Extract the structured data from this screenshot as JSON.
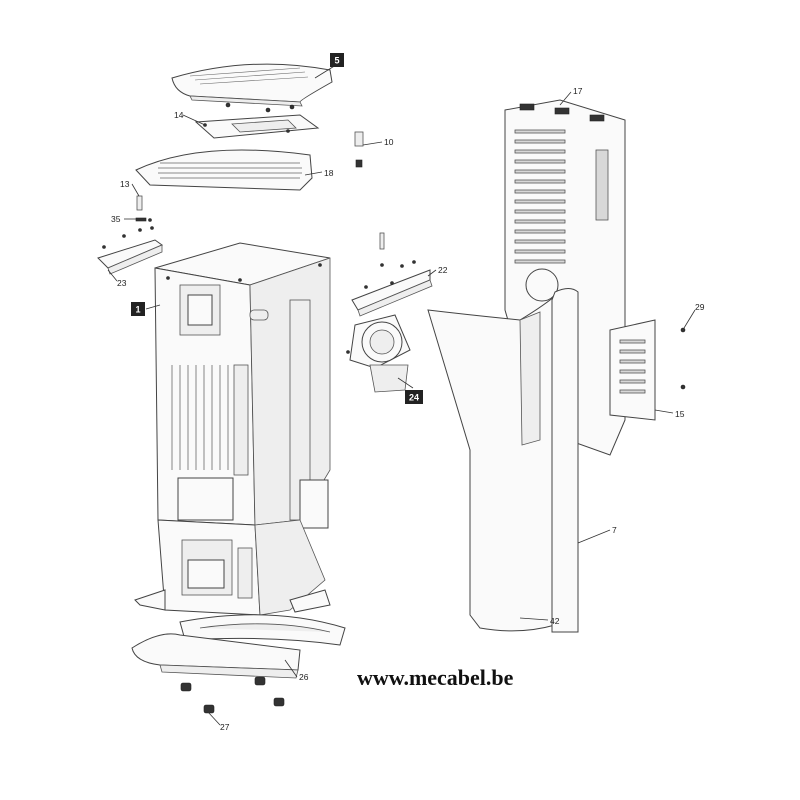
{
  "diagram": {
    "callouts": [
      {
        "id": "c5",
        "label": "5",
        "boxed": true
      },
      {
        "id": "c1",
        "label": "1",
        "boxed": true
      },
      {
        "id": "c24",
        "label": "24",
        "boxed": true
      },
      {
        "id": "c14",
        "label": "14",
        "boxed": false
      },
      {
        "id": "c18",
        "label": "18",
        "boxed": false
      },
      {
        "id": "c13",
        "label": "13",
        "boxed": false
      },
      {
        "id": "c35",
        "label": "35",
        "boxed": false
      },
      {
        "id": "c23",
        "label": "23",
        "boxed": false
      },
      {
        "id": "c10",
        "label": "10",
        "boxed": false
      },
      {
        "id": "c22",
        "label": "22",
        "boxed": false
      },
      {
        "id": "c17",
        "label": "17",
        "boxed": false
      },
      {
        "id": "c29",
        "label": "29",
        "boxed": false
      },
      {
        "id": "c15",
        "label": "15",
        "boxed": false
      },
      {
        "id": "c7",
        "label": "7",
        "boxed": false
      },
      {
        "id": "c42",
        "label": "42",
        "boxed": false
      },
      {
        "id": "c26",
        "label": "26",
        "boxed": false
      },
      {
        "id": "c27",
        "label": "27",
        "boxed": false
      }
    ],
    "watermark": "www.mecabel.be"
  }
}
